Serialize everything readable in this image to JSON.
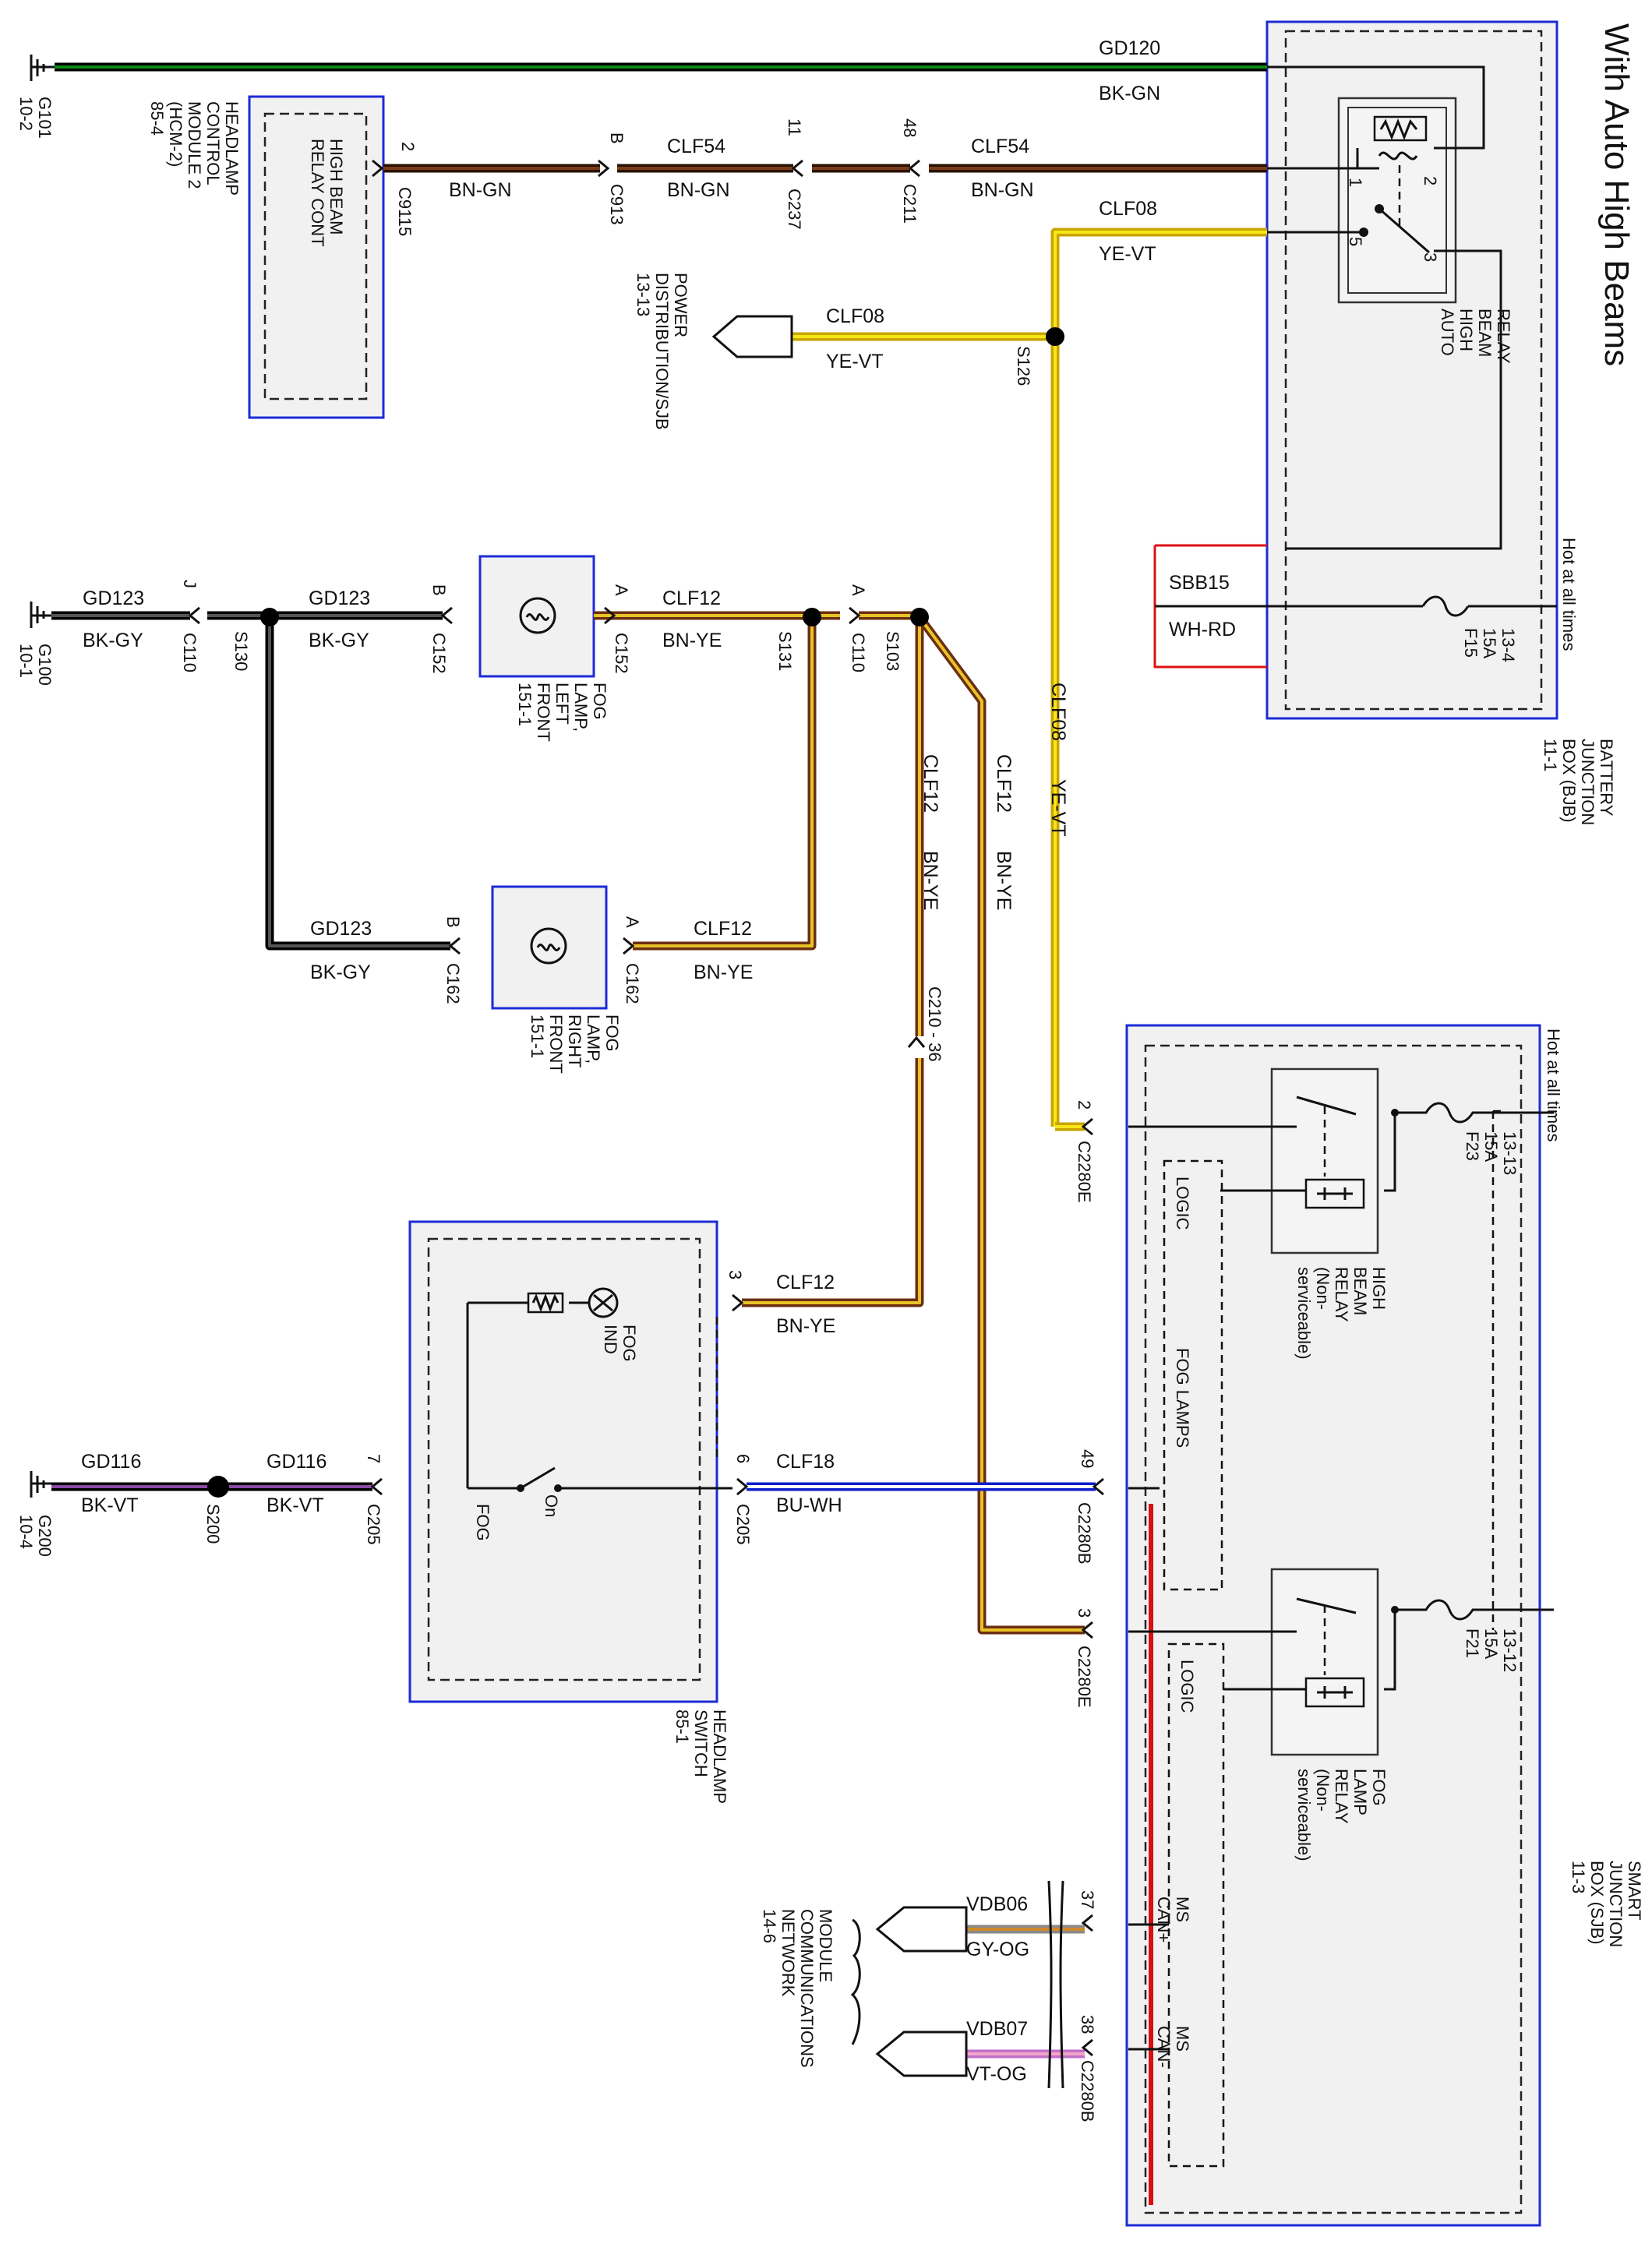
{
  "title": "With Auto High Beams",
  "colors": {
    "BK-GN": [
      "#000000",
      "#0b8a18"
    ],
    "BN-GN": [
      "#2a1200",
      "#7a3c16"
    ],
    "YE-VT": [
      "#c9a400",
      "#f7e61a"
    ],
    "BN-YE": [
      "#6b2e12",
      "#e8c326"
    ],
    "BK-GY": [
      "#000000",
      "#555555"
    ],
    "BK-VT": [
      "#000000",
      "#8a4aa6"
    ],
    "BU-WH": [
      "#0b1fc9",
      "#ffffff"
    ],
    "GY-OG": [
      "#8a8a8a",
      "#d08a2a"
    ],
    "VT-OG": [
      "#c070c8",
      "#f4a6c8"
    ],
    "WH-RD": [
      "#dd1111",
      "#ffffff"
    ]
  },
  "grounds": [
    {
      "id": "G101",
      "page": "10-2"
    },
    {
      "id": "G100",
      "page": "10-1"
    },
    {
      "id": "G200",
      "page": "10-4"
    }
  ],
  "components": {
    "hcm": {
      "label_lines": [
        "HEADLAMP",
        "CONTROL",
        "MODULE 2",
        "(HCM-2)",
        "85-4"
      ],
      "inner_lines": [
        "HIGH BEAM",
        "RELAY CONT"
      ]
    },
    "bjb": {
      "label_lines": [
        "BATTERY",
        "JUNCTION",
        "BOX (BJB)",
        "11-1"
      ],
      "hot": "Hot at all times"
    },
    "sjb": {
      "label_lines": [
        "SMART",
        "JUNCTION",
        "BOX (SJB)",
        "11-3"
      ],
      "hot": "Hot at all times"
    },
    "auto_relay": {
      "label_lines": [
        "AUTO",
        "HIGH",
        "BEAM",
        "RELAY"
      ],
      "pins": [
        "1",
        "2",
        "5",
        "3"
      ]
    },
    "high_relay": {
      "label_lines": [
        "HIGH",
        "BEAM",
        "RELAY",
        "(Non-",
        "serviceable)"
      ]
    },
    "fog_relay": {
      "label_lines": [
        "FOG",
        "LAMP",
        "RELAY",
        "(Non-",
        "serviceable)"
      ]
    },
    "fuse_f15": {
      "label_lines": [
        "F15",
        "15A",
        "13-4"
      ]
    },
    "fuse_f23": {
      "label_lines": [
        "F23",
        "15A",
        "13-13"
      ]
    },
    "fuse_f21": {
      "label_lines": [
        "F21",
        "15A",
        "13-12"
      ]
    },
    "fog_left": {
      "label_lines": [
        "FOG",
        "LAMP,",
        "LEFT",
        "FRONT",
        "151-1"
      ]
    },
    "fog_right": {
      "label_lines": [
        "FOG",
        "LAMP,",
        "RIGHT",
        "FRONT",
        "151-1"
      ]
    },
    "headlamp_switch": {
      "label_lines": [
        "HEADLAMP",
        "SWITCH",
        "85-1"
      ],
      "fog_ind_lines": [
        "FOG",
        "IND"
      ],
      "fog": "FOG",
      "on": "On"
    },
    "power_dist": {
      "label_lines": [
        "POWER",
        "DISTRIBUTION/SJB",
        "13-13"
      ]
    },
    "module_comm": {
      "label_lines": [
        "MODULE",
        "COMMUNICATIONS",
        "NETWORK",
        "14-6"
      ]
    },
    "logic_labels": [
      "LOGIC",
      "LOGIC"
    ],
    "fog_lamps": "FOG LAMPS",
    "ms_can_plus": [
      "MS",
      "CAN+"
    ],
    "ms_can_minus": [
      "MS",
      "CAN-"
    ]
  },
  "wires": [
    {
      "circuit": "GD120",
      "color": "BK-GN"
    },
    {
      "circuit": "CLF54",
      "color": "BN-GN"
    },
    {
      "circuit": "CLF54",
      "color": "BN-GN"
    },
    {
      "circuit": "",
      "color": "BN-GN"
    },
    {
      "circuit": "CLF08",
      "color": "YE-VT"
    },
    {
      "circuit": "CLF08",
      "color": "YE-VT"
    },
    {
      "circuit": "CLF08",
      "color": "YE-VT"
    },
    {
      "circuit": "SBB15",
      "color": "WH-RD"
    },
    {
      "circuit": "GD123",
      "color": "BK-GY"
    },
    {
      "circuit": "GD123",
      "color": "BK-GY"
    },
    {
      "circuit": "GD123",
      "color": "BK-GY"
    },
    {
      "circuit": "CLF12",
      "color": "BN-YE"
    },
    {
      "circuit": "CLF12",
      "color": "BN-YE"
    },
    {
      "circuit": "CLF12",
      "color": "BN-YE"
    },
    {
      "circuit": "CLF12",
      "color": "BN-YE"
    },
    {
      "circuit": "CLF12",
      "color": "BN-YE"
    },
    {
      "circuit": "GD116",
      "color": "BK-VT"
    },
    {
      "circuit": "GD116",
      "color": "BK-VT"
    },
    {
      "circuit": "CLF18",
      "color": "BU-WH"
    },
    {
      "circuit": "VDB06",
      "color": "GY-OG"
    },
    {
      "circuit": "VDB07",
      "color": "VT-OG"
    }
  ],
  "connectors": [
    {
      "pin": "2",
      "name": "C9115"
    },
    {
      "pin": "B",
      "name": "C913"
    },
    {
      "pin": "11",
      "name": "C237"
    },
    {
      "pin": "48",
      "name": "C211"
    },
    {
      "pin": "J",
      "name": "C110"
    },
    {
      "pin": "B",
      "name": "C152"
    },
    {
      "pin": "A",
      "name": "C152"
    },
    {
      "pin": "A",
      "name": "C110"
    },
    {
      "pin": "B",
      "name": "C162"
    },
    {
      "pin": "A",
      "name": "C162"
    },
    {
      "pin": "",
      "name": "C210 - 36"
    },
    {
      "pin": "2",
      "name": "C2280E"
    },
    {
      "pin": "3",
      "name": ""
    },
    {
      "pin": "7",
      "name": "C205"
    },
    {
      "pin": "6",
      "name": "C205"
    },
    {
      "pin": "49",
      "name": "C2280B"
    },
    {
      "pin": "3",
      "name": "C2280E"
    },
    {
      "pin": "37",
      "name": ""
    },
    {
      "pin": "38",
      "name": "C2280B"
    }
  ],
  "splices": [
    "S126",
    "S130",
    "S131",
    "S103",
    "S200"
  ]
}
